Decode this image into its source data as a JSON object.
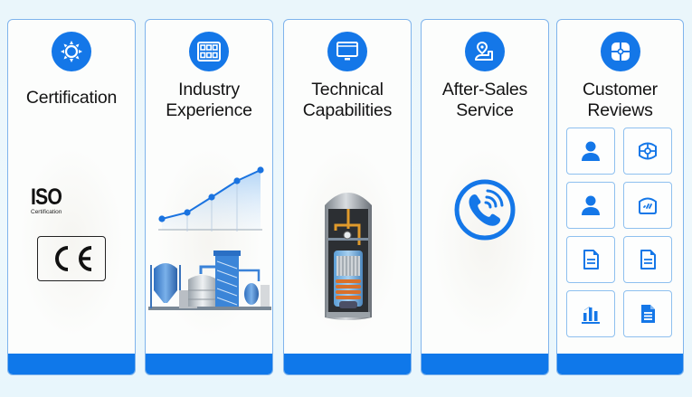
{
  "colors": {
    "accent": "#1477e8",
    "bar": "#0f78ea",
    "card_border": "#7fb4ec",
    "background": "#eaf6fb",
    "title_text": "#141414"
  },
  "cards": [
    {
      "id": "certification",
      "icon": "sun-gear-icon",
      "title_lines": [
        "Certification"
      ],
      "content": {
        "iso_label": "ISO",
        "iso_sublabel": "Certification",
        "ce_mark": "CE"
      }
    },
    {
      "id": "industry-experience",
      "icon": "grid-icon",
      "title_lines": [
        "Industry",
        "Experience"
      ],
      "content": {
        "illustration": "growth-line-chart-and-industrial-plant"
      }
    },
    {
      "id": "technical-capabilities",
      "icon": "monitor-icon",
      "title_lines": [
        "Technical",
        "Capabilities"
      ],
      "content": {
        "illustration": "reactor-vessel-cutaway"
      }
    },
    {
      "id": "after-sales-service",
      "icon": "user-location-icon",
      "title_lines": [
        "After-Sales",
        "Service"
      ],
      "content": {
        "illustration": "phone-call-icon"
      }
    },
    {
      "id": "customer-reviews",
      "icon": "quadrant-target-icon",
      "title_lines": [
        "Customer",
        "Reviews"
      ],
      "content": {
        "tiles": [
          {
            "icon": "user-icon"
          },
          {
            "icon": "target-icon"
          },
          {
            "icon": "user-icon"
          },
          {
            "icon": "gauge-icon"
          },
          {
            "icon": "document-icon"
          },
          {
            "icon": "document-icon"
          },
          {
            "icon": "bar-chart-icon"
          },
          {
            "icon": "document-filled-icon"
          }
        ]
      }
    }
  ]
}
